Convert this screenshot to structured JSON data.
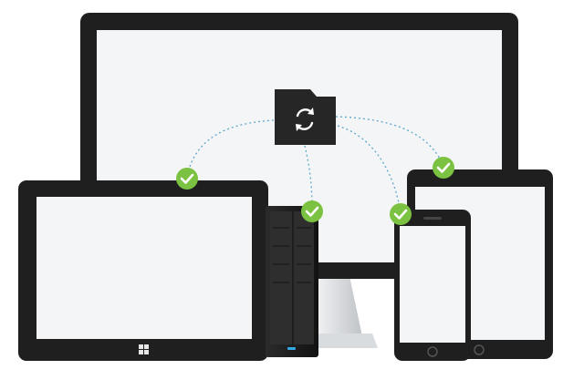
{
  "scene": {
    "background": "#ffffff",
    "device_frame_color": "#1f1f1f",
    "screen_color": "#f4f5f7",
    "sync_line_color": "#5fa7c9",
    "check_color": "#7cc242",
    "devices": [
      {
        "name": "monitor",
        "icon": "desktop-monitor-icon"
      },
      {
        "name": "windows-tablet",
        "icon": "windows-logo-icon"
      },
      {
        "name": "nas-server",
        "icon": "nas-server-icon"
      },
      {
        "name": "tablet",
        "icon": "tablet-icon"
      },
      {
        "name": "smartphone",
        "icon": "smartphone-icon"
      }
    ],
    "sync_folder": {
      "icon": "sync-folder-icon"
    },
    "status_icons": [
      "check-icon",
      "check-icon",
      "check-icon",
      "check-icon"
    ]
  }
}
